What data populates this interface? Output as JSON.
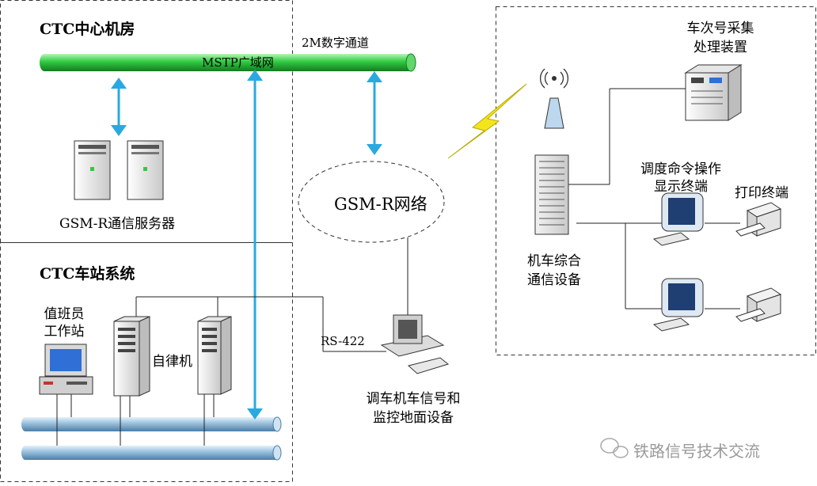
{
  "sections": {
    "ctc_center": "CTC中心机房",
    "ctc_station": "CTC车站系统"
  },
  "network": {
    "mstp": "MSTP广域网",
    "channel": "2M数字通道",
    "gsmr_cloud": "GSM-R网络",
    "rs422": "RS-422"
  },
  "devices": {
    "gsmr_server": "GSM-R通信服务器",
    "duty_station": [
      "值班员",
      "工作站"
    ],
    "autonomous": "自律机",
    "shunting": [
      "调车机车信号和",
      "监控地面设备"
    ],
    "loco_comm": [
      "机车综合",
      "通信设备"
    ],
    "train_number": [
      "车次号采集",
      "处理装置"
    ],
    "dispatch_display": [
      "调度命令操作",
      "显示终端"
    ],
    "printer": "打印终端"
  },
  "watermark": "铁路信号技术交流",
  "colors": {
    "mstp_bus": "#2ecc40",
    "link_arrow": "#29a9e0",
    "station_bus": "#8fb9d8",
    "lightning": "#f4e41c"
  }
}
